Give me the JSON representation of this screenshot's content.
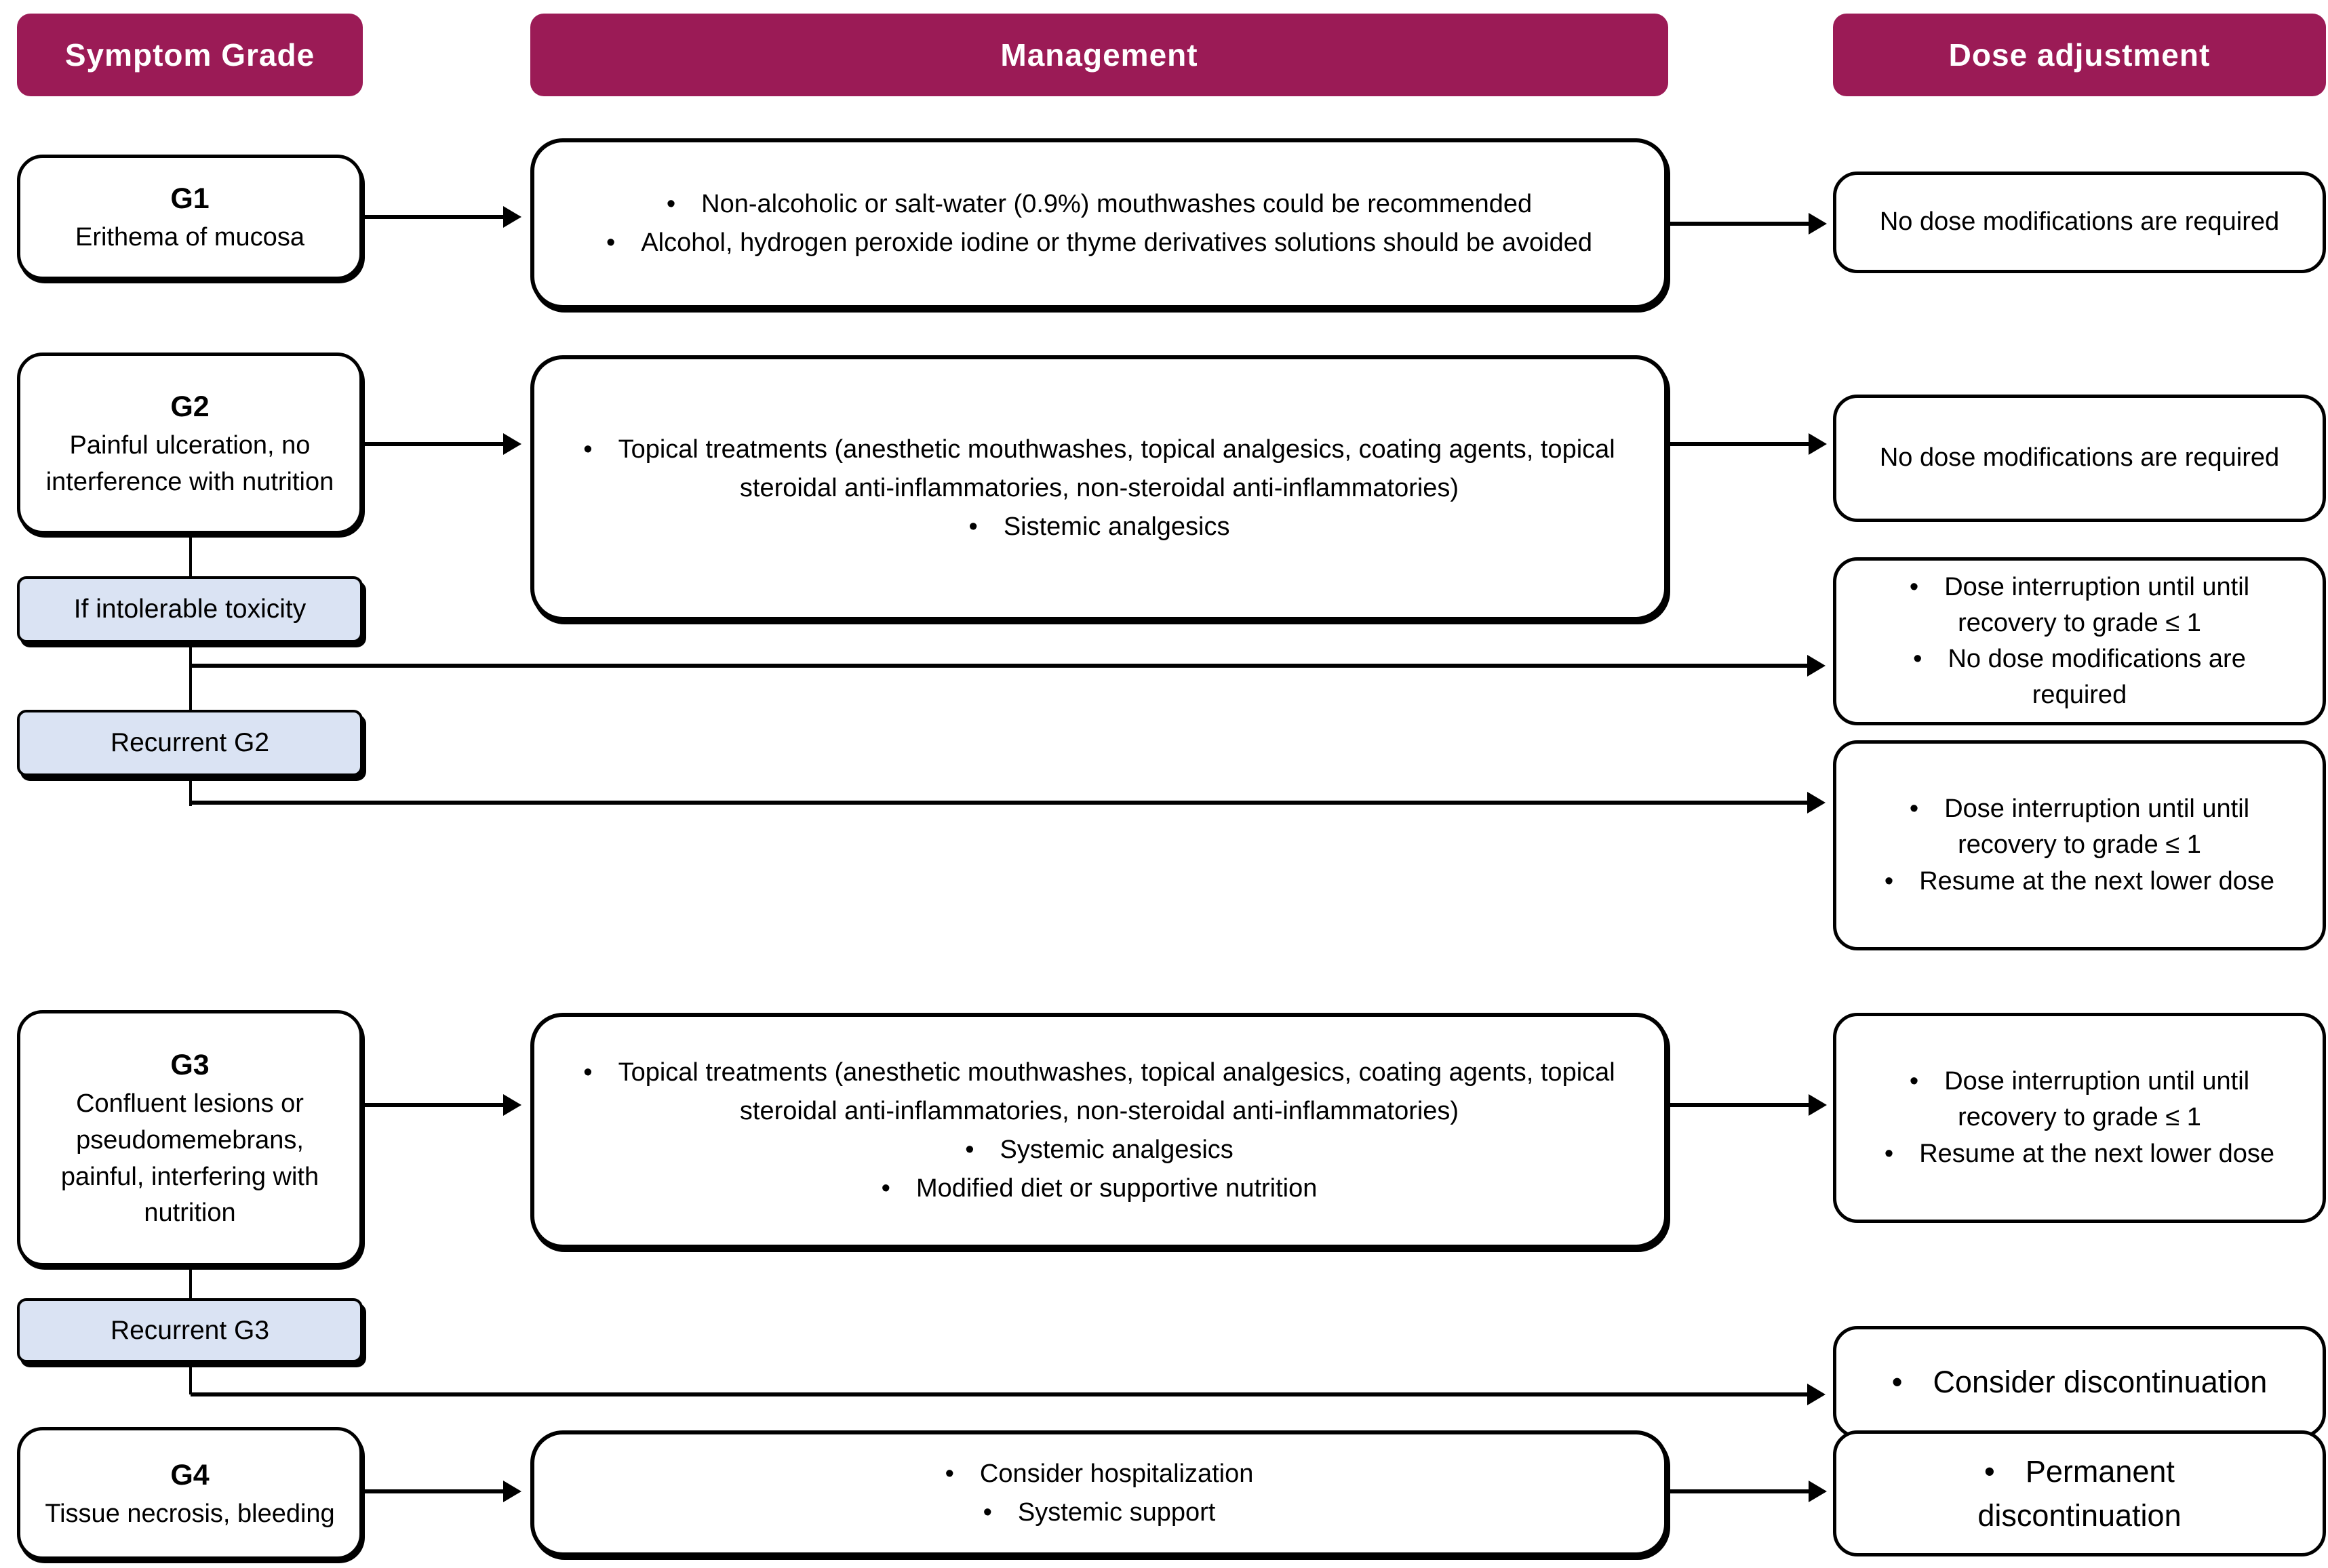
{
  "palette": {
    "accent": "#9B1B56",
    "header_text": "#FFFFFF",
    "condition_bg": "#DAE3F3",
    "line_color": "#000000"
  },
  "headers": {
    "symptom_grade": "Symptom Grade",
    "management": "Management",
    "dose_adjustment": "Dose adjustment"
  },
  "g1": {
    "grade": "G1",
    "symptom": "Erithema of mucosa",
    "management_bullets": [
      "Non-alcoholic or salt-water (0.9%) mouthwashes could be recommended",
      "Alcohol, hydrogen peroxide iodine or thyme derivatives solutions should be avoided"
    ],
    "dose_text": "No dose modifications are required"
  },
  "g2": {
    "grade": "G2",
    "symptom": "Painful ulceration, no interference with nutrition",
    "management_bullets": [
      "Topical treatments (anesthetic mouthwashes, topical analgesics, coating agents, topical steroidal anti-inflammatories, non-steroidal anti-inflammatories)",
      "Sistemic analgesics"
    ],
    "dose_text": "No dose modifications are required",
    "branches": [
      {
        "condition": "If intolerable toxicity",
        "dose_bullets": [
          "Dose interruption until until recovery to grade ≤ 1",
          "No dose modifications are required"
        ]
      },
      {
        "condition": "Recurrent G2",
        "dose_bullets": [
          "Dose interruption until until recovery to grade ≤ 1",
          "Resume at the next lower dose"
        ]
      }
    ]
  },
  "g3": {
    "grade": "G3",
    "symptom": "Confluent lesions or pseudomemebrans, painful, interfering with nutrition",
    "management_bullets": [
      "Topical treatments (anesthetic mouthwashes, topical analgesics, coating agents, topical steroidal anti-inflammatories, non-steroidal anti-inflammatories)",
      "Systemic analgesics",
      "Modified diet or supportive nutrition"
    ],
    "dose_bullets": [
      "Dose interruption until until recovery to grade ≤ 1",
      "Resume at the next lower dose"
    ],
    "branches": [
      {
        "condition": "Recurrent G3",
        "dose_bullets": [
          "Consider discontinuation"
        ]
      }
    ]
  },
  "g4": {
    "grade": "G4",
    "symptom": "Tissue necrosis, bleeding",
    "management_bullets": [
      "Consider hospitalization",
      "Systemic support"
    ],
    "dose_bullets": [
      "Permanent discontinuation"
    ]
  }
}
